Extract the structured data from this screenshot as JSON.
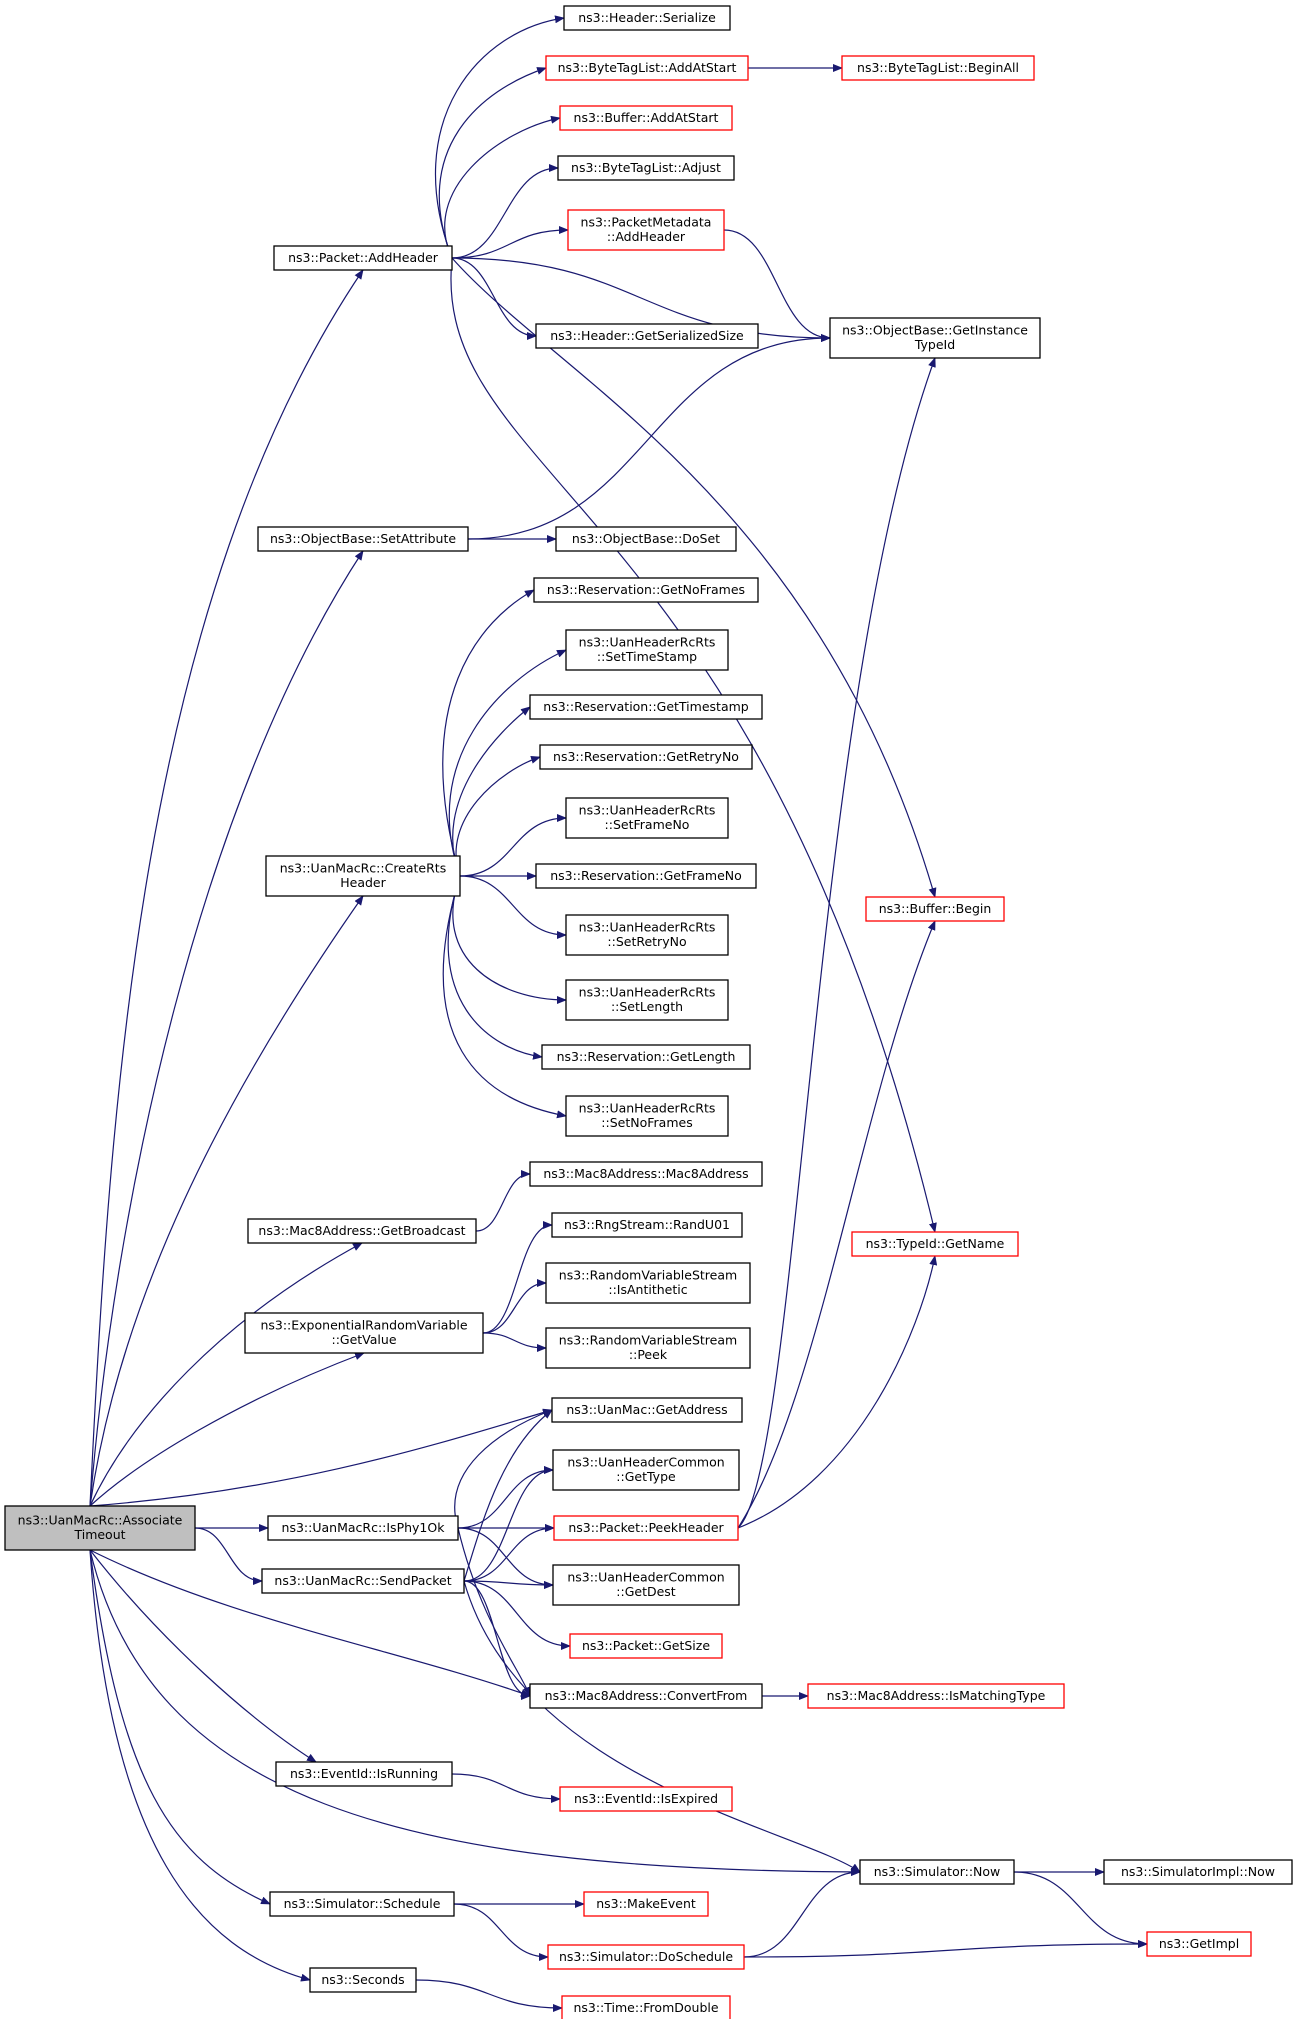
{
  "colors": {
    "edge": "#191970",
    "node_border": "#000000",
    "truncated_node_border": "#ff0000",
    "root_fill": "#bfbfbf"
  },
  "nodes": [
    {
      "id": "root",
      "lines": [
        "ns3::UanMacRc::Associate",
        "Timeout"
      ],
      "style": "root"
    },
    {
      "id": "addHeader",
      "lines": [
        "ns3::Packet::AddHeader"
      ],
      "style": "normal"
    },
    {
      "id": "headerSerialize",
      "lines": [
        "ns3::Header::Serialize"
      ],
      "style": "normal"
    },
    {
      "id": "btlAddAtStart",
      "lines": [
        "ns3::ByteTagList::AddAtStart"
      ],
      "style": "red"
    },
    {
      "id": "btlBeginAll",
      "lines": [
        "ns3::ByteTagList::BeginAll"
      ],
      "style": "red"
    },
    {
      "id": "bufAddAtStart",
      "lines": [
        "ns3::Buffer::AddAtStart"
      ],
      "style": "red"
    },
    {
      "id": "btlAdjust",
      "lines": [
        "ns3::ByteTagList::Adjust"
      ],
      "style": "normal"
    },
    {
      "id": "pmAddHeader",
      "lines": [
        "ns3::PacketMetadata",
        "::AddHeader"
      ],
      "style": "red"
    },
    {
      "id": "hdrGetSerSize",
      "lines": [
        "ns3::Header::GetSerializedSize"
      ],
      "style": "normal"
    },
    {
      "id": "obGetInstTid",
      "lines": [
        "ns3::ObjectBase::GetInstance",
        "TypeId"
      ],
      "style": "normal"
    },
    {
      "id": "obSetAttr",
      "lines": [
        "ns3::ObjectBase::SetAttribute"
      ],
      "style": "normal"
    },
    {
      "id": "obDoSet",
      "lines": [
        "ns3::ObjectBase::DoSet"
      ],
      "style": "normal"
    },
    {
      "id": "resGetNoFrames",
      "lines": [
        "ns3::Reservation::GetNoFrames"
      ],
      "style": "normal"
    },
    {
      "id": "uhSetTimeStamp",
      "lines": [
        "ns3::UanHeaderRcRts",
        "::SetTimeStamp"
      ],
      "style": "normal"
    },
    {
      "id": "resGetTimestamp",
      "lines": [
        "ns3::Reservation::GetTimestamp"
      ],
      "style": "normal"
    },
    {
      "id": "resGetRetryNo",
      "lines": [
        "ns3::Reservation::GetRetryNo"
      ],
      "style": "normal"
    },
    {
      "id": "uhSetFrameNo",
      "lines": [
        "ns3::UanHeaderRcRts",
        "::SetFrameNo"
      ],
      "style": "normal"
    },
    {
      "id": "createRts",
      "lines": [
        "ns3::UanMacRc::CreateRts",
        "Header"
      ],
      "style": "normal"
    },
    {
      "id": "resGetFrameNo",
      "lines": [
        "ns3::Reservation::GetFrameNo"
      ],
      "style": "normal"
    },
    {
      "id": "bufBegin",
      "lines": [
        "ns3::Buffer::Begin"
      ],
      "style": "red"
    },
    {
      "id": "uhSetRetryNo",
      "lines": [
        "ns3::UanHeaderRcRts",
        "::SetRetryNo"
      ],
      "style": "normal"
    },
    {
      "id": "uhSetLength",
      "lines": [
        "ns3::UanHeaderRcRts",
        "::SetLength"
      ],
      "style": "normal"
    },
    {
      "id": "resGetLength",
      "lines": [
        "ns3::Reservation::GetLength"
      ],
      "style": "normal"
    },
    {
      "id": "uhSetNoFrames",
      "lines": [
        "ns3::UanHeaderRcRts",
        "::SetNoFrames"
      ],
      "style": "normal"
    },
    {
      "id": "m8Ctor",
      "lines": [
        "ns3::Mac8Address::Mac8Address"
      ],
      "style": "normal"
    },
    {
      "id": "m8GetBroadcast",
      "lines": [
        "ns3::Mac8Address::GetBroadcast"
      ],
      "style": "normal"
    },
    {
      "id": "rngRandU01",
      "lines": [
        "ns3::RngStream::RandU01"
      ],
      "style": "normal"
    },
    {
      "id": "tidGetName",
      "lines": [
        "ns3::TypeId::GetName"
      ],
      "style": "red"
    },
    {
      "id": "rvsIsAnti",
      "lines": [
        "ns3::RandomVariableStream",
        "::IsAntithetic"
      ],
      "style": "normal"
    },
    {
      "id": "expGetValue",
      "lines": [
        "ns3::ExponentialRandomVariable",
        "::GetValue"
      ],
      "style": "normal"
    },
    {
      "id": "rvsPeek",
      "lines": [
        "ns3::RandomVariableStream",
        "::Peek"
      ],
      "style": "normal"
    },
    {
      "id": "uanGetAddr",
      "lines": [
        "ns3::UanMac::GetAddress"
      ],
      "style": "normal"
    },
    {
      "id": "uhcGetType",
      "lines": [
        "ns3::UanHeaderCommon",
        "::GetType"
      ],
      "style": "normal"
    },
    {
      "id": "isPhy1Ok",
      "lines": [
        "ns3::UanMacRc::IsPhy1Ok"
      ],
      "style": "normal"
    },
    {
      "id": "pktPeekHeader",
      "lines": [
        "ns3::Packet::PeekHeader"
      ],
      "style": "red"
    },
    {
      "id": "sendPacket",
      "lines": [
        "ns3::UanMacRc::SendPacket"
      ],
      "style": "normal"
    },
    {
      "id": "uhcGetDest",
      "lines": [
        "ns3::UanHeaderCommon",
        "::GetDest"
      ],
      "style": "normal"
    },
    {
      "id": "pktGetSize",
      "lines": [
        "ns3::Packet::GetSize"
      ],
      "style": "red"
    },
    {
      "id": "m8ConvertFrom",
      "lines": [
        "ns3::Mac8Address::ConvertFrom"
      ],
      "style": "normal"
    },
    {
      "id": "m8IsMatching",
      "lines": [
        "ns3::Mac8Address::IsMatchingType"
      ],
      "style": "red"
    },
    {
      "id": "evIsRunning",
      "lines": [
        "ns3::EventId::IsRunning"
      ],
      "style": "normal"
    },
    {
      "id": "evIsExpired",
      "lines": [
        "ns3::EventId::IsExpired"
      ],
      "style": "red"
    },
    {
      "id": "simNow",
      "lines": [
        "ns3::Simulator::Now"
      ],
      "style": "normal"
    },
    {
      "id": "simImplNow",
      "lines": [
        "ns3::SimulatorImpl::Now"
      ],
      "style": "normal"
    },
    {
      "id": "simSchedule",
      "lines": [
        "ns3::Simulator::Schedule"
      ],
      "style": "normal"
    },
    {
      "id": "makeEvent",
      "lines": [
        "ns3::MakeEvent"
      ],
      "style": "red"
    },
    {
      "id": "getImpl",
      "lines": [
        "ns3::GetImpl"
      ],
      "style": "red"
    },
    {
      "id": "simDoSchedule",
      "lines": [
        "ns3::Simulator::DoSchedule"
      ],
      "style": "red"
    },
    {
      "id": "seconds",
      "lines": [
        "ns3::Seconds"
      ],
      "style": "normal"
    },
    {
      "id": "timeFromDouble",
      "lines": [
        "ns3::Time::FromDouble"
      ],
      "style": "red"
    }
  ],
  "edges": [
    [
      "root",
      "addHeader"
    ],
    [
      "root",
      "obSetAttr"
    ],
    [
      "root",
      "createRts"
    ],
    [
      "root",
      "m8GetBroadcast"
    ],
    [
      "root",
      "expGetValue"
    ],
    [
      "root",
      "uanGetAddr"
    ],
    [
      "root",
      "isPhy1Ok"
    ],
    [
      "root",
      "sendPacket"
    ],
    [
      "root",
      "m8ConvertFrom"
    ],
    [
      "root",
      "evIsRunning"
    ],
    [
      "root",
      "simNow"
    ],
    [
      "root",
      "simSchedule"
    ],
    [
      "root",
      "seconds"
    ],
    [
      "addHeader",
      "headerSerialize"
    ],
    [
      "addHeader",
      "btlAddAtStart"
    ],
    [
      "addHeader",
      "bufAddAtStart"
    ],
    [
      "addHeader",
      "btlAdjust"
    ],
    [
      "addHeader",
      "pmAddHeader"
    ],
    [
      "addHeader",
      "obGetInstTid"
    ],
    [
      "addHeader",
      "hdrGetSerSize"
    ],
    [
      "addHeader",
      "bufBegin"
    ],
    [
      "addHeader",
      "tidGetName"
    ],
    [
      "btlAddAtStart",
      "btlBeginAll"
    ],
    [
      "pmAddHeader",
      "obGetInstTid"
    ],
    [
      "obSetAttr",
      "obGetInstTid"
    ],
    [
      "obSetAttr",
      "obDoSet"
    ],
    [
      "createRts",
      "resGetNoFrames"
    ],
    [
      "createRts",
      "uhSetTimeStamp"
    ],
    [
      "createRts",
      "resGetTimestamp"
    ],
    [
      "createRts",
      "resGetRetryNo"
    ],
    [
      "createRts",
      "uhSetFrameNo"
    ],
    [
      "createRts",
      "resGetFrameNo"
    ],
    [
      "createRts",
      "uhSetRetryNo"
    ],
    [
      "createRts",
      "uhSetLength"
    ],
    [
      "createRts",
      "resGetLength"
    ],
    [
      "createRts",
      "uhSetNoFrames"
    ],
    [
      "m8GetBroadcast",
      "m8Ctor"
    ],
    [
      "expGetValue",
      "rngRandU01"
    ],
    [
      "expGetValue",
      "rvsIsAnti"
    ],
    [
      "expGetValue",
      "rvsPeek"
    ],
    [
      "isPhy1Ok",
      "uanGetAddr"
    ],
    [
      "isPhy1Ok",
      "uhcGetType"
    ],
    [
      "isPhy1Ok",
      "pktPeekHeader"
    ],
    [
      "isPhy1Ok",
      "uhcGetDest"
    ],
    [
      "isPhy1Ok",
      "m8ConvertFrom"
    ],
    [
      "sendPacket",
      "uanGetAddr"
    ],
    [
      "sendPacket",
      "uhcGetType"
    ],
    [
      "sendPacket",
      "pktPeekHeader"
    ],
    [
      "sendPacket",
      "uhcGetDest"
    ],
    [
      "sendPacket",
      "pktGetSize"
    ],
    [
      "sendPacket",
      "m8ConvertFrom"
    ],
    [
      "sendPacket",
      "simNow"
    ],
    [
      "pktPeekHeader",
      "obGetInstTid"
    ],
    [
      "pktPeekHeader",
      "bufBegin"
    ],
    [
      "pktPeekHeader",
      "tidGetName"
    ],
    [
      "m8ConvertFrom",
      "m8IsMatching"
    ],
    [
      "evIsRunning",
      "evIsExpired"
    ],
    [
      "simNow",
      "simImplNow"
    ],
    [
      "simNow",
      "getImpl"
    ],
    [
      "simSchedule",
      "makeEvent"
    ],
    [
      "simSchedule",
      "simDoSchedule"
    ],
    [
      "simDoSchedule",
      "simNow"
    ],
    [
      "simDoSchedule",
      "getImpl"
    ],
    [
      "seconds",
      "timeFromDouble"
    ]
  ]
}
